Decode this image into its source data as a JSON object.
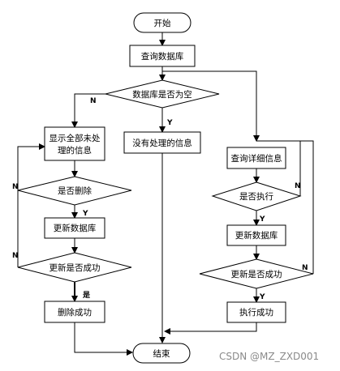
{
  "flowchart": {
    "nodes": {
      "start": "开始",
      "query_db": "查询数据库",
      "db_empty_check": "数据库是否为空",
      "no_info": "没有处理的信息",
      "show_all_line1": "显示全部未处",
      "show_all_line2": "理的信息",
      "delete_check": "是否删除",
      "update_db_left": "更新数据库",
      "update_ok_left": "更新是否成功",
      "delete_success": "删除成功",
      "query_detail": "查询详细信息",
      "execute_check": "是否执行",
      "update_db_right": "更新数据库",
      "update_ok_right": "更新是否成功",
      "execute_success": "执行成功",
      "end": "结束"
    },
    "edge_labels": {
      "db_empty_no": "N",
      "db_empty_yes": "Y",
      "delete_no": "N",
      "delete_yes": "Y",
      "update_left_no": "N",
      "update_left_yes": "是",
      "execute_no": "N",
      "execute_yes": "Y",
      "update_right_no": "N",
      "update_right_yes": "Y"
    }
  },
  "watermark": "CSDN @MZ_ZXD001"
}
